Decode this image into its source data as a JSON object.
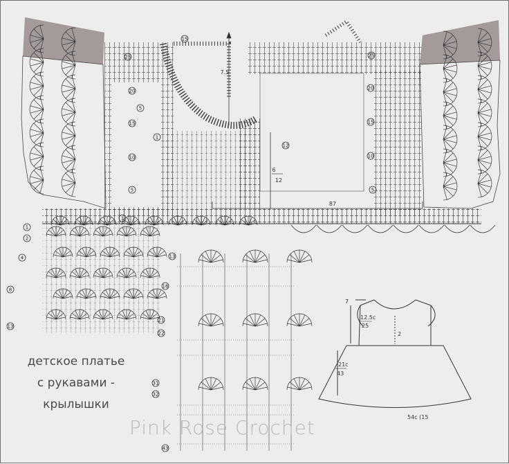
{
  "caption": {
    "line1": "детское платье",
    "line2": "с рукавами -",
    "line3": "крылышки"
  },
  "watermark": "Pink Rose Crochet",
  "bodice": {
    "rows": [
      "25",
      "20",
      "15",
      "10",
      "5",
      "1"
    ],
    "neck_depth": "7.5",
    "shoulder_rows": "12",
    "placket_rows": "6",
    "placket_rows_total": "12",
    "width_label": "87",
    "neck_rows": [
      "15",
      "5",
      "1"
    ]
  },
  "right_bodice": {
    "rows": [
      "25",
      "20",
      "15",
      "10",
      "5"
    ]
  },
  "skirt_left_rows": [
    "1",
    "2",
    "4",
    "8",
    "13"
  ],
  "skirt_center_rows": [
    "13",
    "16",
    "21",
    "22",
    "31",
    "32",
    "43"
  ],
  "schematic": {
    "sleeve": "7",
    "bodice_height": "12.5c",
    "bodice_rows": "25",
    "button_label": "2",
    "skirt_height": "21c",
    "skirt_rows": "43",
    "hem": "54c (15"
  },
  "colors": {
    "background": "#ededed",
    "ink": "#333333",
    "sleeve_shade": "#9b9090",
    "caption": "#4a4a4a",
    "watermark": "#b9b9b9"
  }
}
